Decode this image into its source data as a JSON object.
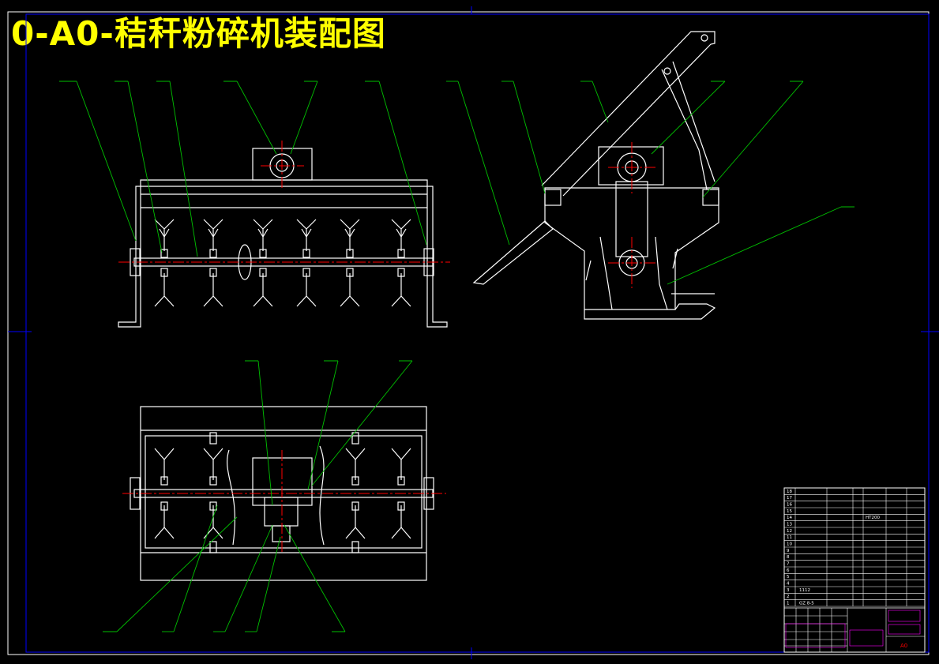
{
  "drawing_title": "0-A0-秸秆粉碎机装配图",
  "title_block": {
    "sheet_size": "A0",
    "parts_rows": [
      {
        "no": "18",
        "code": "",
        "name": "",
        "qty": "",
        "mat": ""
      },
      {
        "no": "17",
        "code": "",
        "name": "",
        "qty": "",
        "mat": ""
      },
      {
        "no": "16",
        "code": "",
        "name": "",
        "qty": "",
        "mat": ""
      },
      {
        "no": "15",
        "code": "",
        "name": "",
        "qty": "",
        "mat": ""
      },
      {
        "no": "14",
        "code": "",
        "name": "",
        "qty": "",
        "mat": "HT200"
      },
      {
        "no": "13",
        "code": "",
        "name": "",
        "qty": "",
        "mat": ""
      },
      {
        "no": "12",
        "code": "",
        "name": "",
        "qty": "",
        "mat": ""
      },
      {
        "no": "11",
        "code": "",
        "name": "",
        "qty": "",
        "mat": ""
      },
      {
        "no": "10",
        "code": "",
        "name": "",
        "qty": "",
        "mat": ""
      },
      {
        "no": "9",
        "code": "",
        "name": "",
        "qty": "",
        "mat": ""
      },
      {
        "no": "8",
        "code": "",
        "name": "",
        "qty": "",
        "mat": ""
      },
      {
        "no": "7",
        "code": "",
        "name": "",
        "qty": "",
        "mat": ""
      },
      {
        "no": "6",
        "code": "",
        "name": "",
        "qty": "",
        "mat": ""
      },
      {
        "no": "5",
        "code": "",
        "name": "",
        "qty": "",
        "mat": ""
      },
      {
        "no": "4",
        "code": "",
        "name": "",
        "qty": "",
        "mat": ""
      },
      {
        "no": "3",
        "code": "1112",
        "name": "",
        "qty": "",
        "mat": ""
      },
      {
        "no": "2",
        "code": "",
        "name": "",
        "qty": "",
        "mat": ""
      },
      {
        "no": "1",
        "code": "GZ 8-5",
        "name": "",
        "qty": "",
        "mat": ""
      }
    ]
  },
  "colors": {
    "background": "#000000",
    "border": "#0000ff",
    "outline": "#ffffff",
    "leader": "#00c000",
    "centerline": "#ff0000",
    "title": "#ffff00",
    "titleblock_accent": "#ff00ff"
  }
}
